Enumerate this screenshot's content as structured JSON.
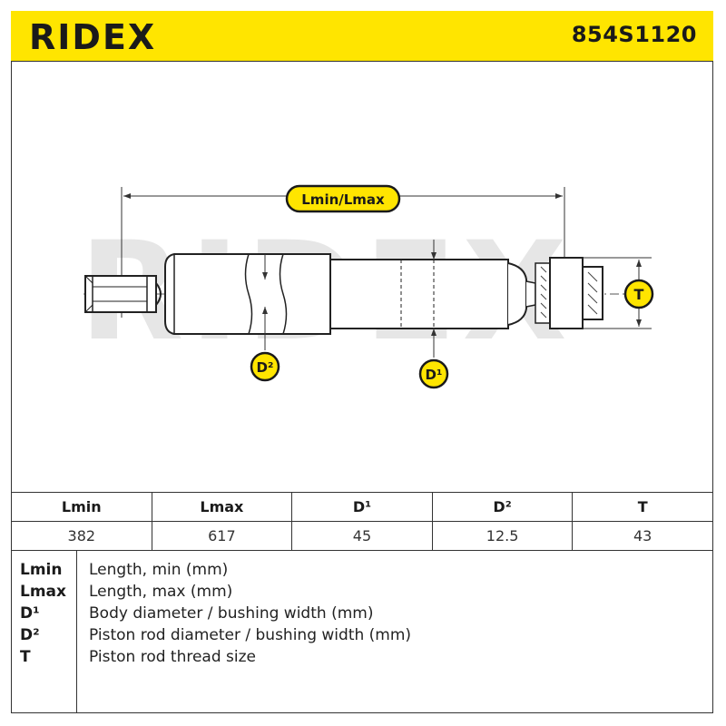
{
  "header": {
    "brand": "RIDEX",
    "part_number": "854S1120",
    "brand_color": "#ffe500"
  },
  "drawing": {
    "watermark": "RIDEX",
    "labels": {
      "length": "Lmin/Lmax",
      "d2": "D²",
      "d1": "D¹",
      "t": "T"
    }
  },
  "table": {
    "headers": [
      "Lmin",
      "Lmax",
      "D¹",
      "D²",
      "T"
    ],
    "values": [
      "382",
      "617",
      "45",
      "12.5",
      "43"
    ]
  },
  "legend": [
    {
      "code": "Lmin",
      "desc": "Length, min (mm)"
    },
    {
      "code": "Lmax",
      "desc": "Length, max (mm)"
    },
    {
      "code": "D¹",
      "desc": "Body diameter / bushing width (mm)"
    },
    {
      "code": "D²",
      "desc": "Piston rod diameter / bushing width (mm)"
    },
    {
      "code": "T",
      "desc": "Piston rod thread size"
    }
  ]
}
